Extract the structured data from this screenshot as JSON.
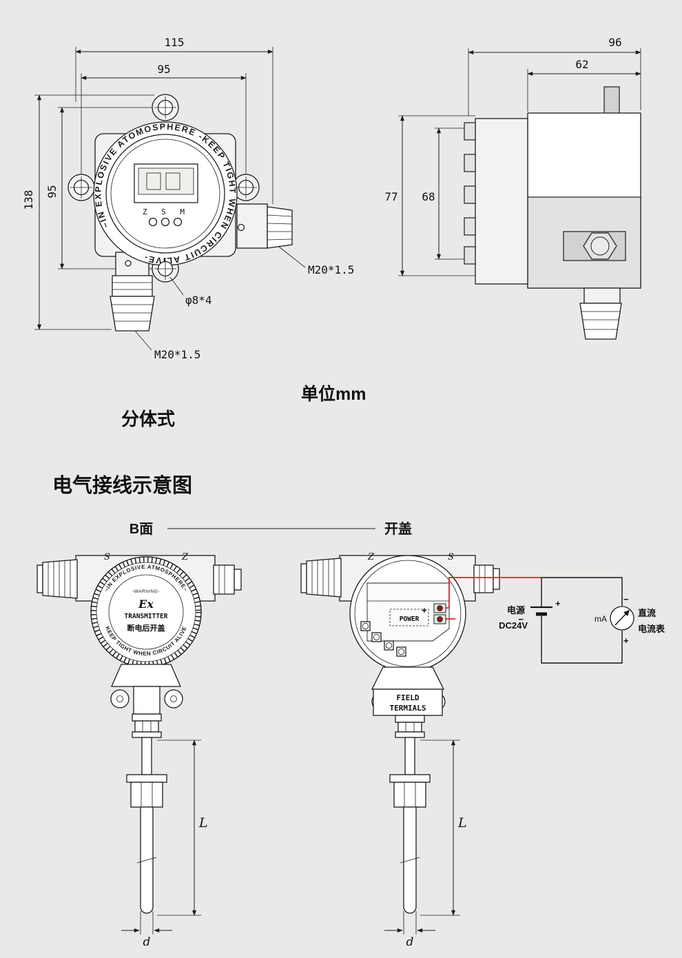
{
  "colors": {
    "background": "#e9e9e7",
    "line": "#1c1c1c",
    "wire_red": "#e81c24",
    "fill_white": "#ffffff",
    "fill_shade": "#e2e2e2"
  },
  "front_view": {
    "dims": {
      "width_total": "115",
      "width_holes": "95",
      "height_total": "138",
      "height_holes": "95"
    },
    "ring_text": "~IN EXPLOSIVE ATOMOSPHERE -KEEP TIGHT WHEN CIRCUIT ALIVE-",
    "buttons": "Z S M",
    "label_gland_side": "M20*1.5",
    "label_gland_bottom": "M20*1.5",
    "label_holes": "φ8*4"
  },
  "side_view": {
    "dims": {
      "width_total": "96",
      "width_body": "62",
      "height_total": "77",
      "height_body": "68"
    }
  },
  "captions": {
    "unit": "单位mm",
    "type": "分体式",
    "wiring_title": "电气接线示意图",
    "side_b": "B面",
    "open_cover": "开盖"
  },
  "device_front": {
    "letter_left": "S",
    "letter_right": "Z",
    "ring_top": "~IN EXPLOSIVE ATMOSPHERE~",
    "ring_bottom": "KEEP TIGHT WHEN CIRCUIT ALIVE",
    "warning": "-WARNING-",
    "ex": "Ex",
    "transmitter": "TRANSMITTER",
    "open_note": "断电后开盖",
    "dim_length": "L",
    "dim_diameter": "d"
  },
  "device_open": {
    "letter_left": "Z",
    "letter_right": "S",
    "power": "POWER",
    "plus": "+",
    "bracket_line1": "FIELD",
    "bracket_line2": "TERMIALS",
    "dim_length": "L",
    "dim_diameter": "d"
  },
  "circuit": {
    "supply_label": "电源",
    "supply_value": "DC24V",
    "supply_plus": "+",
    "supply_minus": "−",
    "meter_unit": "mA",
    "meter_minus": "−",
    "meter_plus": "+",
    "meter_name_1": "直流",
    "meter_name_2": "电流表"
  }
}
